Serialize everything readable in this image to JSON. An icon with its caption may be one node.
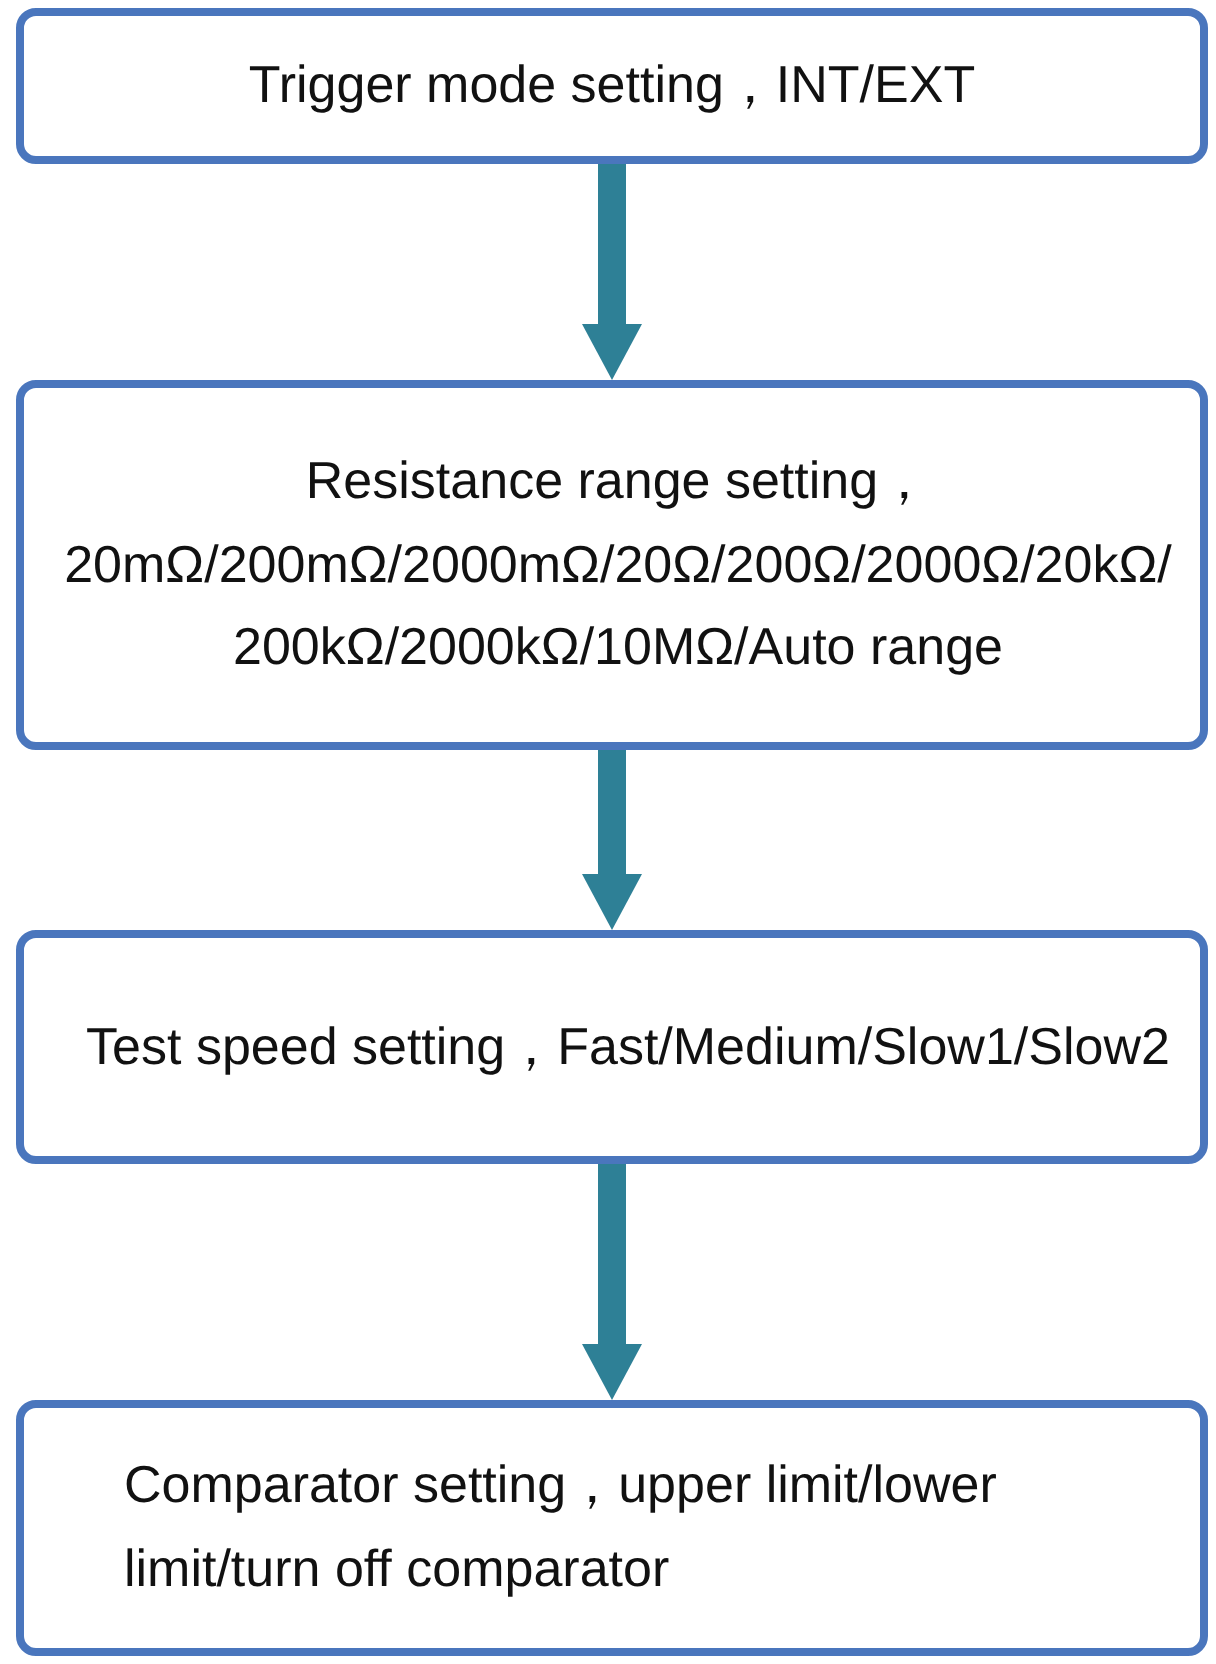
{
  "diagram": {
    "nodes": [
      {
        "text": [
          "Trigger mode setting，INT/EXT"
        ]
      },
      {
        "text": [
          "Resistance range setting，20mΩ/200mΩ/2000mΩ/20Ω/200Ω/2000Ω/20kΩ/200kΩ/2000kΩ/10MΩ/Auto range"
        ]
      },
      {
        "text": [
          "Test speed setting，Fast/Medium/Slow1/Slow2"
        ]
      },
      {
        "text": [
          "Comparator setting，upper limit/lower limit/turn off comparator"
        ]
      }
    ],
    "edges": [
      {
        "from": 0,
        "to": 1,
        "arrow": "to"
      },
      {
        "from": 1,
        "to": 2,
        "arrow": "to"
      },
      {
        "from": 2,
        "to": 3,
        "arrow": "to"
      }
    ]
  }
}
